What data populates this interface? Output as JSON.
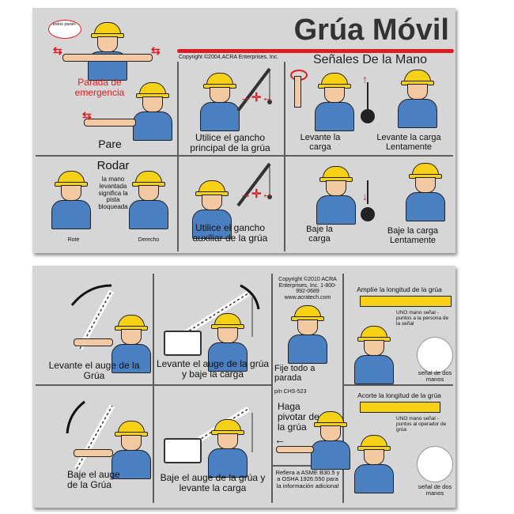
{
  "card1": {
    "title": "Grúa Móvil",
    "copyright": "Copyright ©2004,ACRA Enterprises, Inc.",
    "subtitle": "Señales De la Mano",
    "bubble": "todos paran",
    "emergency": "Parada de emergencia",
    "stop": "Pare",
    "main_hook": "Utilice el gancho principal de la grúa",
    "hoist": "Levante la carga",
    "hoist_slow": "Levante la carga Lentamente",
    "travel_title": "Rodar",
    "travel_desc": "la mano levantada significa la pista bloqueada",
    "rotate": "Rote",
    "right": "Derecho",
    "aux_hook": "Utilice el gancho auxiliar de la grúa",
    "lower": "Baje la carga",
    "lower_slow": "Baje la carga Lentamente"
  },
  "card2": {
    "raise_boom": "Levante el auge de la Grúa",
    "raise_boom_lower_load": "Levante el auge de la grúa y baje la carga",
    "copyright": "Copyright ©2010 ACRA Enterprises, Inc. 1-800-992-0689 www.acratech.com",
    "stop_all": "Fije todo a parada",
    "extend_title": "Amplíe la longitud de la grúa",
    "one_hand": "UNO mano señal - puntos a la persona de la señal",
    "two_hands": "señal de dos manos",
    "lower_boom": "Baje el auge de la Grúa",
    "lower_boom_raise_load": "Baje el auge de la grúa y levante la carga",
    "part_number": "p/n CHS-523",
    "swing": "Haga pivotar de la grúa",
    "retract_title": "Acorte la longitud de la grúa",
    "one_hand_2": "UNO mano señal - puntos al operador de grúa",
    "two_hands_2": "señal de dos manos",
    "reference": "Refiera a ASME B30.5 y a OSHA 1926.550 para la información adicional"
  },
  "colors": {
    "card": "#d6d6d6",
    "accent": "#e11b22",
    "helmet": "#f7d117",
    "shirt": "#4a7fc1"
  }
}
